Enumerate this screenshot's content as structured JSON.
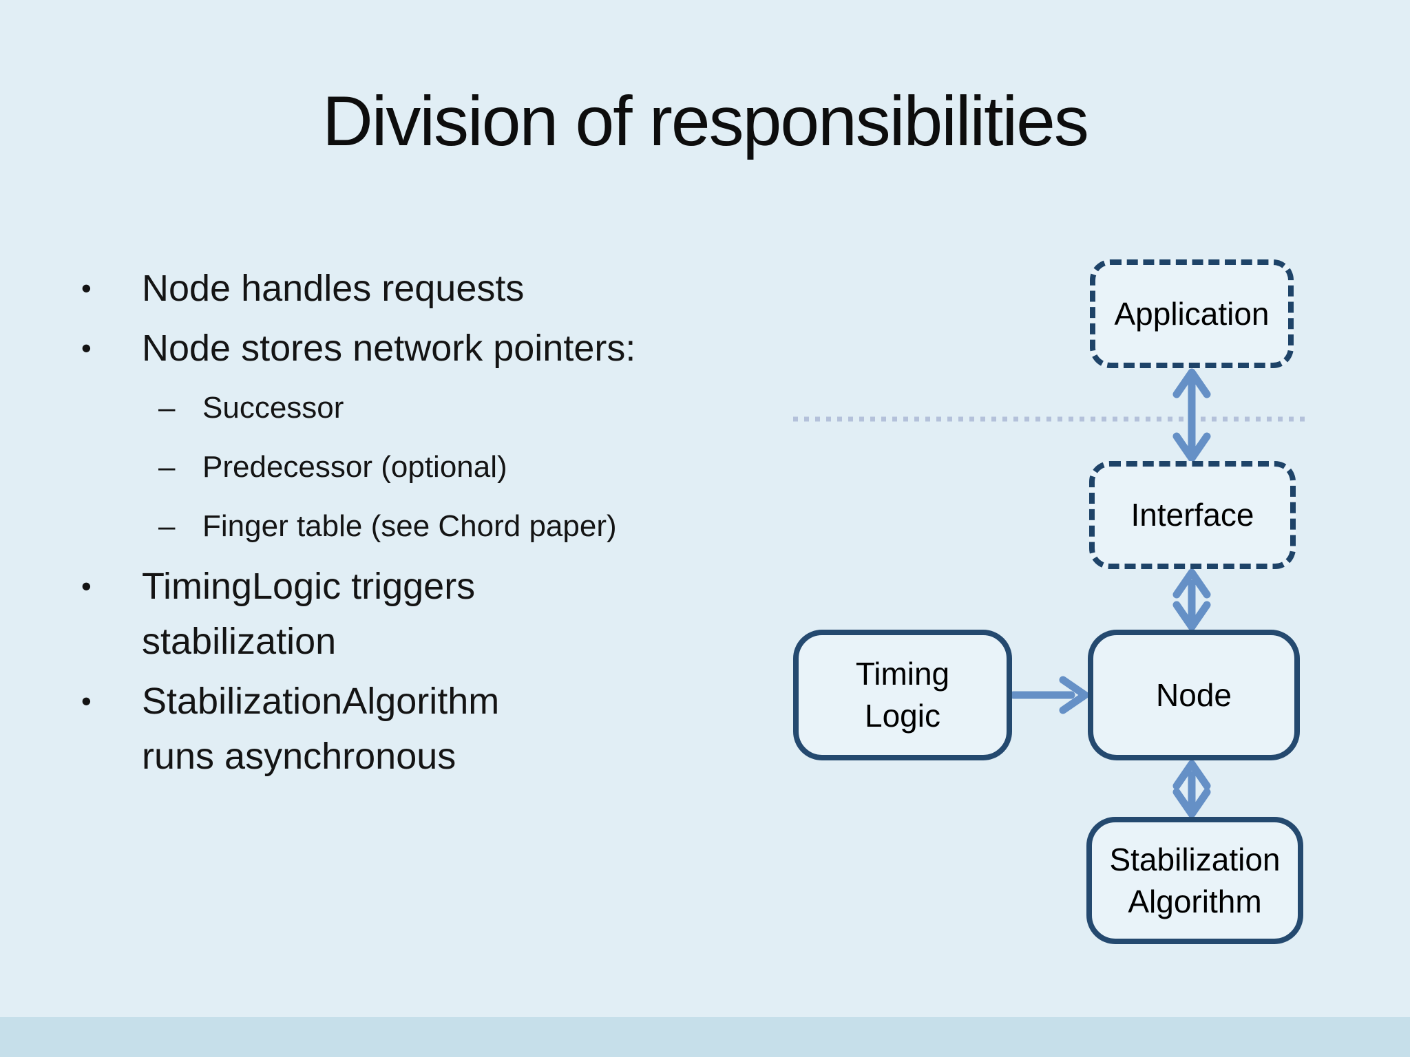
{
  "title": "Division of responsibilities",
  "bullets": [
    {
      "level": 1,
      "marker": "•",
      "text": "Node handles requests"
    },
    {
      "level": 1,
      "marker": "•",
      "text": "Node stores network pointers:"
    },
    {
      "level": 2,
      "marker": "–",
      "text": "Successor"
    },
    {
      "level": 2,
      "marker": "–",
      "text": "Predecessor (optional)"
    },
    {
      "level": 2,
      "marker": "–",
      "text": "Finger table (see Chord paper)"
    },
    {
      "level": 1,
      "marker": "•",
      "text": "TimingLogic triggers\nstabilization"
    },
    {
      "level": 1,
      "marker": "•",
      "text": "StabilizationAlgorithm\nruns asynchronous"
    }
  ],
  "diagram": {
    "boxes": [
      {
        "id": "application",
        "label": "Application",
        "style": "dashed"
      },
      {
        "id": "interface",
        "label": "Interface",
        "style": "dashed"
      },
      {
        "id": "timing-logic",
        "label": "Timing\nLogic",
        "style": "solid"
      },
      {
        "id": "node",
        "label": "Node",
        "style": "solid"
      },
      {
        "id": "stabilization-algorithm",
        "label": "Stabilization\nAlgorithm",
        "style": "solid"
      }
    ],
    "connectors": [
      {
        "from": "application",
        "to": "interface",
        "type": "double-arrow"
      },
      {
        "from": "interface",
        "to": "node",
        "type": "double-arrow"
      },
      {
        "from": "node",
        "to": "stabilization-algorithm",
        "type": "double-arrow"
      },
      {
        "from": "timing-logic",
        "to": "node",
        "type": "single-arrow"
      },
      {
        "type": "dotted-separator"
      }
    ]
  },
  "colors": {
    "background": "#e1eef5",
    "band": "#c6dfea",
    "box-fill": "#e9f3f9",
    "border-dashed": "#1e4368",
    "border-solid": "#24496f",
    "arrow": "#6590c6",
    "dots": "#b4c1da",
    "title-text": "#0d0d0d",
    "body-text": "#141414"
  }
}
